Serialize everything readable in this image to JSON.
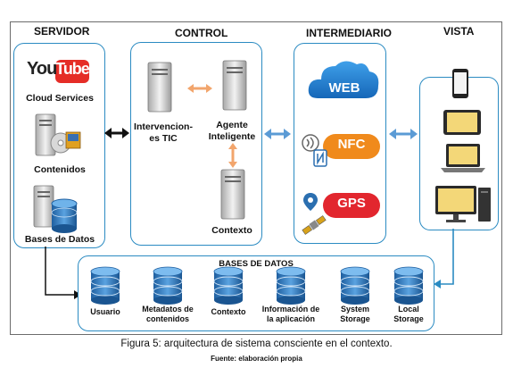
{
  "headers": {
    "servidor": "SERVIDOR",
    "control": "CONTROL",
    "intermediario": "INTERMEDIARIO",
    "vista": "VISTA"
  },
  "servidor": {
    "logo_you": "You",
    "logo_tube": "Tube",
    "cloud_services": "Cloud Services",
    "contenidos": "Contenidos",
    "bases_de_datos": "Bases de Datos"
  },
  "control": {
    "intervenciones_line1": "Intervencion-",
    "intervenciones_line2": "es TIC",
    "agente_line1": "Agente",
    "agente_line2": "Inteligente",
    "contexto": "Contexto"
  },
  "intermediario": {
    "web": "WEB",
    "nfc": "NFC",
    "gps": "GPS"
  },
  "bases_datos": {
    "title": "BASES DE DATOS",
    "items": [
      {
        "line1": "Usuario",
        "line2": ""
      },
      {
        "line1": "Metadatos de",
        "line2": "contenidos"
      },
      {
        "line1": "Contexto",
        "line2": ""
      },
      {
        "line1": "Información de",
        "line2": "la aplicación"
      },
      {
        "line1": "System",
        "line2": "Storage"
      },
      {
        "line1": "Local",
        "line2": "Storage"
      }
    ]
  },
  "caption": "Figura 5: arquitectura de sistema consciente en el contexto.",
  "source": "Fuente: elaboración propia",
  "colors": {
    "box_border": "#2b8bc2",
    "cloud_blue": "#1f7fd0",
    "nfc_orange": "#f08a1c",
    "gps_red": "#e2262e",
    "db_blue": "#2a6fb0",
    "youtube_red": "#e52d27"
  }
}
